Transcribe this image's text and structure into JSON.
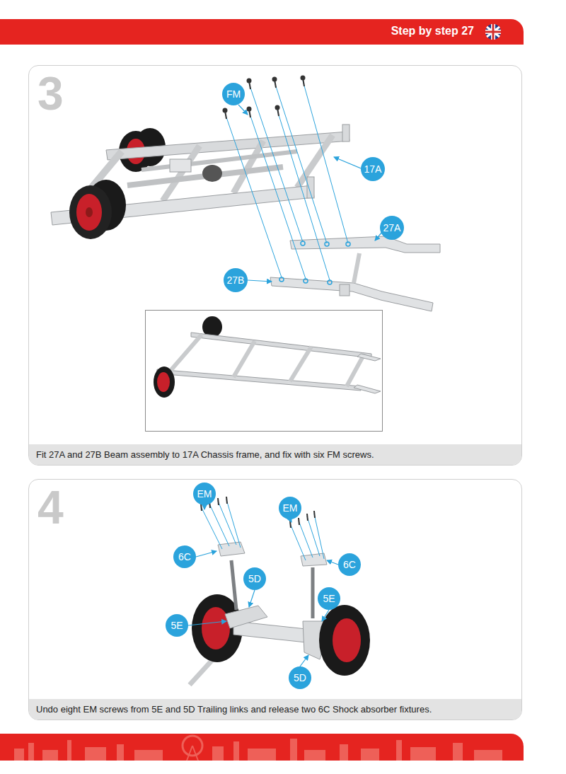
{
  "diagram": {
    "title": "Step by step 27",
    "nodes": [
      {
        "text": [
          "3"
        ]
      },
      {
        "text": [
          "FM"
        ],
        "in": 0
      },
      {
        "text": [
          "17A"
        ],
        "in": 0
      },
      {
        "text": [
          "27A"
        ],
        "in": 0
      },
      {
        "text": [
          "27B"
        ],
        "in": 0
      },
      {
        "text": [
          "Fit 27A and 27B Beam assembly to 17A Chassis frame, and fix with six FM screws."
        ],
        "in": 0
      },
      {
        "text": [
          "4"
        ]
      },
      {
        "text": [
          "EM"
        ],
        "in": 6
      },
      {
        "text": [
          "EM"
        ],
        "in": 6
      },
      {
        "text": [
          "6C"
        ],
        "in": 6
      },
      {
        "text": [
          "6C"
        ],
        "in": 6
      },
      {
        "text": [
          "5D"
        ],
        "in": 6
      },
      {
        "text": [
          "5E"
        ],
        "in": 6
      },
      {
        "text": [
          "5E"
        ],
        "in": 6
      },
      {
        "text": [
          "5D"
        ],
        "in": 6
      },
      {
        "text": [
          "Undo eight EM screws from 5E and 5D Trailing links and release two 6C Shock absorber fixtures."
        ],
        "in": 6
      }
    ]
  }
}
